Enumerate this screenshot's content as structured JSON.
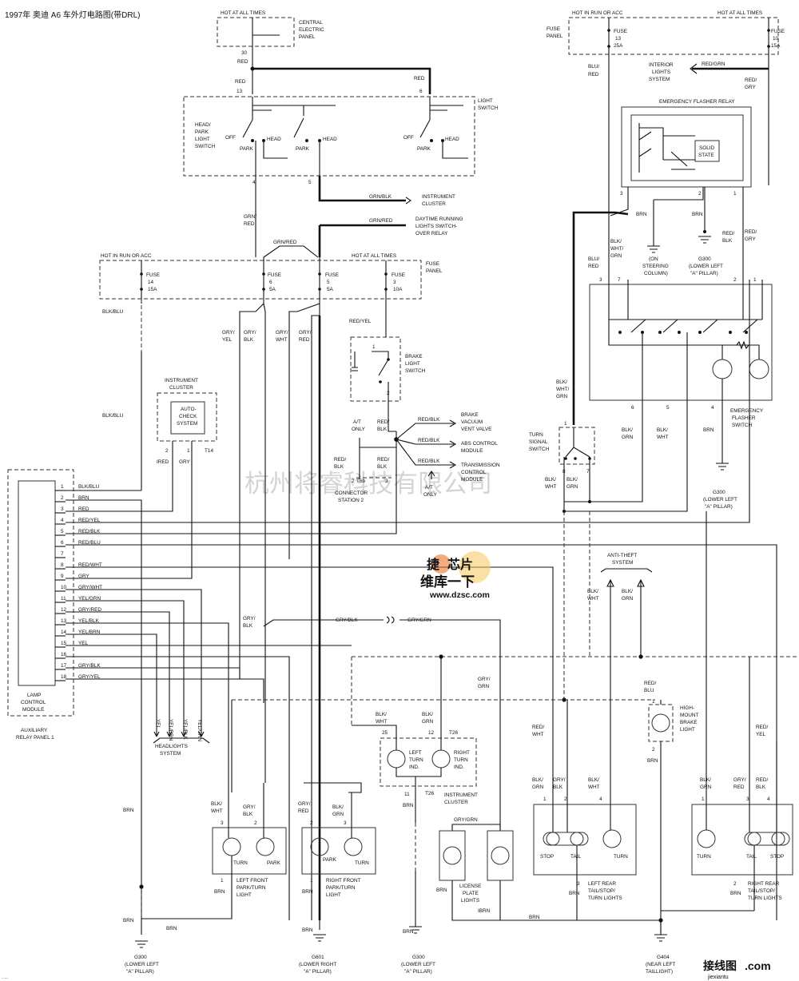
{
  "title": "1997年 奥迪 A6 车外灯电路图(带DRL)",
  "watermark": "杭州将睿科技有限公司",
  "brand": {
    "logo_left": "捷",
    "logo_mid": "芯片",
    "logo_slogan": "维库一下",
    "url": "www.dzsc.com",
    "corner_logo": "接线图",
    "corner_dot": ".com",
    "corner_url": "jiexiantu"
  },
  "labels": {
    "hot_at_all_times_top": "HOT AT ALL TIMES",
    "central_panel": [
      "CENTRAL",
      "ELECTRIC",
      "PANEL"
    ],
    "pin30": "30",
    "red_a": "RED",
    "red_b": "RED",
    "red_c": "RED",
    "pin13": "13",
    "pin6": "6",
    "light_switch": [
      "LIGHT",
      "SWITCH"
    ],
    "head_park_switch": [
      "HEAD/",
      "PARK",
      "LIGHT",
      "SWITCH"
    ],
    "off1": "OFF",
    "park1": "PARK",
    "head1": "HEAD",
    "park2": "PARK",
    "head2": "HEAD",
    "off2": "OFF",
    "park3": "PARK",
    "head3": "HEAD",
    "pin4": "4",
    "pin5": "5",
    "grn_blk": "GRN/BLK",
    "instrument_cluster_a": [
      "INSTRUMENT",
      "CLUSTER"
    ],
    "grn_red_1": "GRN/RED",
    "drl_relay": [
      "DAYTIME RUNNING",
      "LIGHTS SWITCH-",
      "OVER RELAY"
    ],
    "grn_red_2": [
      "GRN/",
      "RED"
    ],
    "grn_red_3": "GRN/RED",
    "hot_run_acc": "HOT IN RUN OR ACC",
    "hot_all_times_2": "HOT AT ALL TIMES",
    "fuse_panel_a": [
      "FUSE",
      "PANEL"
    ],
    "fuse14": [
      "FUSE",
      "14",
      "15A"
    ],
    "fuse6": [
      "FUSE",
      "6",
      "5A"
    ],
    "fuse5": [
      "FUSE",
      "5",
      "5A"
    ],
    "fuse3": [
      "FUSE",
      "3",
      "10A"
    ],
    "blk_blu_1": "BLK/BLU",
    "gry_yel": [
      "GRY/",
      "YEL"
    ],
    "gry_blk_1": [
      "GRY/",
      "BLK"
    ],
    "gry_wht_1": [
      "GRY/",
      "WHT"
    ],
    "gry_red_1": [
      "GRY/",
      "RED"
    ],
    "red_yel_1": "RED/YEL",
    "brake_switch": [
      "BRAKE",
      "LIGHT",
      "SWITCH"
    ],
    "bs_pin1": "1",
    "bs_pin2": "2",
    "instrument_cluster_b": [
      "INSTRUMENT",
      "CLUSTER"
    ],
    "auto_check": [
      "AUTO-",
      "CHECK",
      "SYSTEM"
    ],
    "ic_pin2": "2",
    "ic_pin1": "1",
    "t14": "T14",
    "ired": "IRED",
    "gry_1": "GRY",
    "blk_blu_2": "BLK/BLU",
    "at_only_1": [
      "A/T",
      "ONLY"
    ],
    "red_blk_1": [
      "RED/",
      "BLK"
    ],
    "red_blk_2": [
      "RED/",
      "BLK"
    ],
    "red_blk_3": [
      "RED/",
      "BLK"
    ],
    "red_blk_4": "RED/BLK",
    "red_blk_5": "RED/BLK",
    "red_blk_6": "RED/BLK",
    "brake_vac": [
      "BRAKE",
      "VACUUM",
      "VENT VALVE"
    ],
    "abs_module": [
      "ABS CONTROL",
      "MODULE"
    ],
    "trans_module": [
      "TRANSMISSION",
      "CONTROL",
      "MODULE"
    ],
    "at_only_2": [
      "A/T",
      "ONLY"
    ],
    "connector_station": [
      "CONNECTOR",
      "STATION 2"
    ],
    "t6b": "T6b",
    "cs_pin2": "2",
    "cs_pin3": "3",
    "fuse_panel_b": [
      "FUSE",
      "PANEL"
    ],
    "hot_run_acc_b": "HOT IN RUN OR ACC",
    "hot_all_times_b": "HOT AT ALL TIMES",
    "fuse13": [
      "FUSE",
      "13",
      "25A"
    ],
    "fuse10": [
      "FUSE",
      "10",
      "15A"
    ],
    "blu_red_1": [
      "BLU/",
      "RED"
    ],
    "red_grn_1": "RED/GRN",
    "interior_lights": [
      "INTERIOR",
      "LIGHTS",
      "SYSTEM"
    ],
    "red_gry_1": [
      "RED/",
      "GRY"
    ],
    "efr": "EMERGENCY FLASHER RELAY",
    "solid_state": [
      "SOLID",
      "STATE"
    ],
    "efr_pin3": "3",
    "efr_pin2": "2",
    "efr_pin1": "1",
    "brn_1": "BRN",
    "brn_2": "BRN",
    "red_blk_7": [
      "RED/",
      "BLK"
    ],
    "red_gry_2": [
      "RED/",
      "GRY"
    ],
    "blk_wht_grn": [
      "BLK/",
      "WHT/",
      "GRN"
    ],
    "on_steering": [
      "(ON",
      "STEERING",
      "COLUMN)"
    ],
    "g300_a": [
      "G300",
      "(LOWER LEFT",
      "\"A\" PILLAR)"
    ],
    "blu_red_2": [
      "BLU/",
      "RED"
    ],
    "hs_pin3": "3",
    "hs_pin7": "7",
    "hs_pin2": "2",
    "hs_pin1": "1",
    "hs_pin6": "6",
    "hs_pin5": "5",
    "hs_pin4": "4",
    "hazard_switch": [
      "EMERGENCY",
      "FLASHER",
      "SWITCH"
    ],
    "blk_wht_grn_2": [
      "BLK/",
      "WHT/",
      "GRN"
    ],
    "turn_signal_switch": [
      "TURN",
      "SIGNAL",
      "SWITCH"
    ],
    "ts_pin1": "1",
    "ts_pin8": "8",
    "ts_pin7": "7",
    "blk_wht_1": [
      "BLK/",
      "WHT"
    ],
    "blk_grn_1": [
      "BLK/",
      "GRN"
    ],
    "blk_grn_2": [
      "BLK/",
      "GRN"
    ],
    "blk_wht_2": [
      "BLK/",
      "WHT"
    ],
    "brn_3": "BRN",
    "g300_b": [
      "G300",
      "(LOWER LEFT",
      "\"A\" PILLAR)"
    ],
    "lcm_pins": [
      {
        "pin": "1",
        "wire": "BLK/BLU"
      },
      {
        "pin": "2",
        "wire": "BRN"
      },
      {
        "pin": "3",
        "wire": "RED"
      },
      {
        "pin": "4",
        "wire": "RED/YEL"
      },
      {
        "pin": "5",
        "wire": "RED/BLK"
      },
      {
        "pin": "6",
        "wire": "RED/BLU"
      },
      {
        "pin": "7",
        "wire": ""
      },
      {
        "pin": "8",
        "wire": "RED/WHT"
      },
      {
        "pin": "9",
        "wire": "GRY"
      },
      {
        "pin": "10",
        "wire": "GRY/WHT"
      },
      {
        "pin": "11",
        "wire": "YEL/GRN"
      },
      {
        "pin": "12",
        "wire": "GRY/RED"
      },
      {
        "pin": "13",
        "wire": "YEL/BLK"
      },
      {
        "pin": "14",
        "wire": "YEL/BRN"
      },
      {
        "pin": "15",
        "wire": "YEL"
      },
      {
        "pin": "16",
        "wire": ""
      },
      {
        "pin": "17",
        "wire": "GRY/BLK"
      },
      {
        "pin": "18",
        "wire": "GRY/YEL"
      }
    ],
    "lcm": [
      "LAMP",
      "CONTROL",
      "MODULE"
    ],
    "aux_relay": [
      "AUXILIARY",
      "RELAY PANEL 1"
    ],
    "anti_theft": [
      "ANTI-THEFT",
      "SYSTEM"
    ],
    "blk_wht_3": [
      "BLK/",
      "WHT"
    ],
    "blk_grn_3": [
      "BLK/",
      "GRN"
    ],
    "gry_blk_2": [
      "GRY/",
      "BLK"
    ],
    "gry_blk_3": "GRY/BLK",
    "gry_grn_1": "GRY/GRN",
    "gry_grn_2": [
      "GRY/",
      "GRN"
    ],
    "headlights": [
      "HEADLIGHTS",
      "SYSTEM"
    ],
    "hl_wires": [
      "YEL",
      "YEL/BRN",
      "YEL/BLK",
      "YEL/GRN"
    ],
    "red_blu": [
      "RED/",
      "BLU"
    ],
    "hm_pin1": "1",
    "hm_pin2": "2",
    "high_mount": [
      "HIGH-",
      "MOUNT",
      "BRAKE",
      "LIGHT"
    ],
    "brn_4": "BRN",
    "red_wht": [
      "RED/",
      "WHT"
    ],
    "red_yel_2": [
      "RED/",
      "YEL"
    ],
    "blk_wht_4": [
      "BLK/",
      "WHT"
    ],
    "blk_grn_4": [
      "BLK/",
      "GRN"
    ],
    "t26a": "T26",
    "ic_pin25": "25",
    "ic_pin12": "12",
    "left_turn_ind": [
      "LEFT",
      "TURN",
      "IND."
    ],
    "right_turn_ind": [
      "RIGHT",
      "TURN",
      "IND."
    ],
    "ic_pin11": "11",
    "t26b": "T26",
    "instrument_cluster_c": [
      "INSTRUMENT",
      "CLUSTER"
    ],
    "brn_5": "BRN",
    "gry_grn_3": "GRY/GRN",
    "license": [
      "LICENSE",
      "PLATE",
      "LIGHTS"
    ],
    "brn_6": "BRN",
    "ibrn": "IBRN",
    "brn_col": "BRN",
    "lf": {
      "w1": [
        "BLK/",
        "WHT"
      ],
      "w2": [
        "GRY/",
        "BLK"
      ],
      "p3": "3",
      "p2": "2",
      "p1": "1",
      "turn": "TURN",
      "park": "PARK",
      "name": [
        "LEFT FRONT",
        "PARK/TURN",
        "LIGHT"
      ],
      "brn": "BRN"
    },
    "rf": {
      "w1": [
        "GRY/",
        "RED"
      ],
      "w2": [
        "BLK/",
        "GRN"
      ],
      "p2": "2",
      "p3": "3",
      "p1": "1",
      "park": "PARK",
      "turn": "TURN",
      "name": [
        "RIGHT FRONT",
        "PARK/TURN",
        "LIGHT"
      ],
      "brn": "BRN"
    },
    "lr": {
      "w1": [
        "BLK/",
        "GRN"
      ],
      "w2": [
        "GRY/",
        "BLK"
      ],
      "w3": [
        "BLK/",
        "WHT"
      ],
      "p1": "1",
      "p2": "2",
      "p4": "4",
      "p3": "3",
      "stop": "STOP",
      "tail": "TAIL",
      "turn": "TURN",
      "name": [
        "LEFT REAR",
        "TAIL/STOP/",
        "TURN LIGHTS"
      ],
      "brn": "BRN"
    },
    "rr": {
      "w1": [
        "BLK/",
        "GRN"
      ],
      "w2": [
        "GRY/",
        "RED"
      ],
      "w3": [
        "RED/",
        "BLK"
      ],
      "p1": "1",
      "p3": "3",
      "p4": "4",
      "p2": "2",
      "turn": "TURN",
      "tail": "TAIL",
      "stop": "STOP",
      "name": [
        "RIGHT REAR",
        "TAIL/STOP/",
        "TURN LIGHTS"
      ],
      "brn": "BRN"
    },
    "brn_7": "BRN",
    "brn_8": "BRN",
    "brn_9": "BRN",
    "brn_10": "BRN",
    "brn_11": "BRN",
    "g300_c": [
      "G300",
      "(LOWER LEFT",
      "\"A\" PILLAR)"
    ],
    "g601": [
      "G601",
      "(LOWER RIGHT",
      "\"A\" PILLAR)"
    ],
    "g300_d": [
      "G300",
      "(LOWER LEFT",
      "\"A\" PILLAR)"
    ],
    "g404": [
      "G404",
      "(NEAR LEFT",
      "TAILLIGHT)"
    ],
    "corner_mark": "····"
  }
}
